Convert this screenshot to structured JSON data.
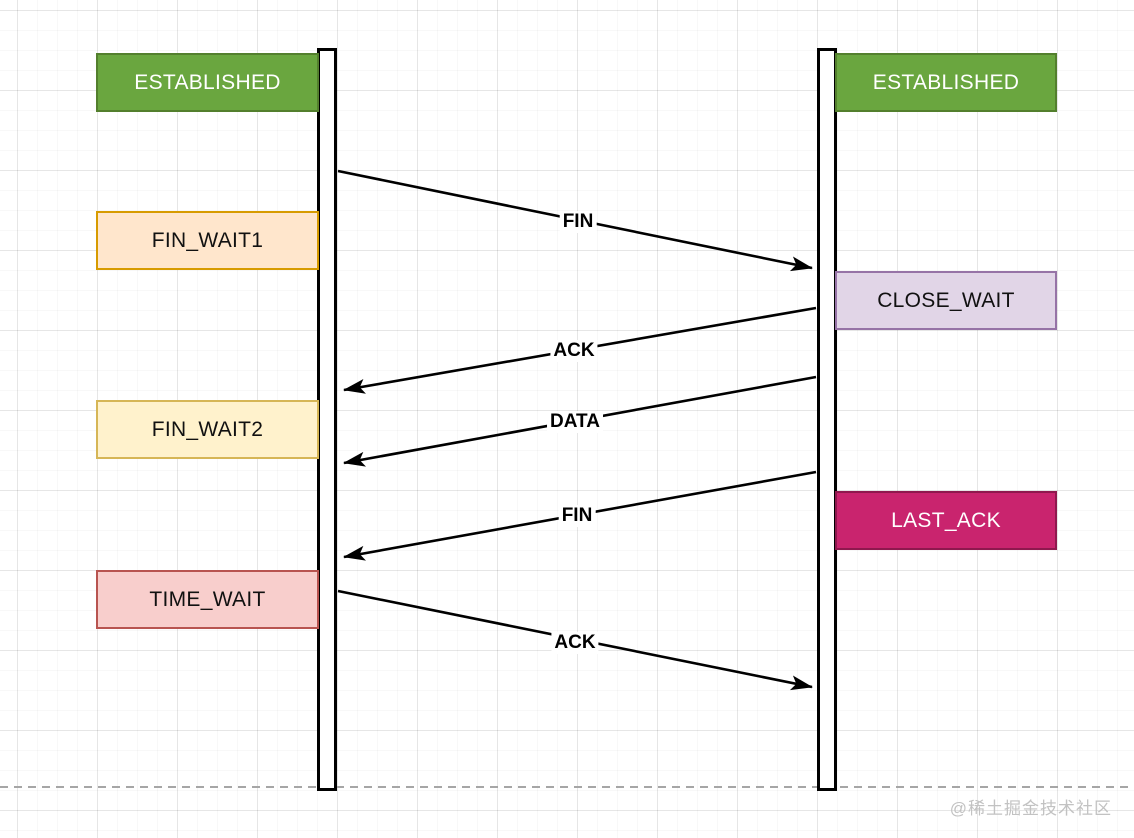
{
  "states": [
    {
      "label": "ESTABLISHED",
      "side": "left",
      "fill": "#6AA63F",
      "border": "#537F2D",
      "text_color": "#FFFFFF"
    },
    {
      "label": "ESTABLISHED",
      "side": "right",
      "fill": "#6AA63F",
      "border": "#537F2D",
      "text_color": "#FFFFFF"
    },
    {
      "label": "FIN_WAIT1",
      "side": "left",
      "fill": "#FFE6CC",
      "border": "#D79B00",
      "text_color": "#111111"
    },
    {
      "label": "CLOSE_WAIT",
      "side": "right",
      "fill": "#E1D5E7",
      "border": "#9673A6",
      "text_color": "#111111"
    },
    {
      "label": "FIN_WAIT2",
      "side": "left",
      "fill": "#FFF2CC",
      "border": "#D6B656",
      "text_color": "#111111"
    },
    {
      "label": "LAST_ACK",
      "side": "right",
      "fill": "#C9246E",
      "border": "#8F184E",
      "text_color": "#FFFFFF"
    },
    {
      "label": "TIME_WAIT",
      "side": "left",
      "fill": "#F8CECC",
      "border": "#B85450",
      "text_color": "#111111"
    }
  ],
  "messages": [
    {
      "label": "FIN",
      "direction": "left-to-right"
    },
    {
      "label": "ACK",
      "direction": "right-to-left"
    },
    {
      "label": "DATA",
      "direction": "right-to-left"
    },
    {
      "label": "FIN",
      "direction": "right-to-left"
    },
    {
      "label": "ACK",
      "direction": "left-to-right"
    }
  ],
  "watermark": {
    "text": "@稀土掘金技术社区"
  },
  "colors": {
    "arrow": "#000000",
    "lifeline_border": "#000000",
    "grid_major": "#e8e8e8",
    "grid_minor": "#f6f6f6",
    "dashed_divider": "#a6a6a6",
    "watermark_text": "#c2c2c2"
  }
}
